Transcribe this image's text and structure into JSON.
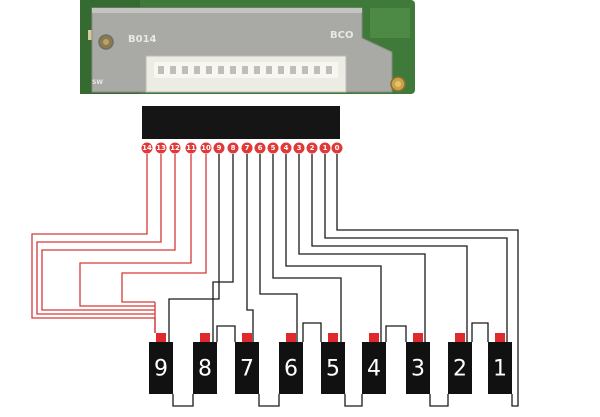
{
  "board": {
    "silk_left": "B014",
    "silk_right": "BCO",
    "silk_switch": "SW"
  },
  "colors": {
    "board_green": "#3f7a3a",
    "shield_grey": "#a9a9a5",
    "connector_body": "#151515",
    "wire_red": "#d63a3a",
    "wire_black": "#1a1a1a",
    "pin_red": "#e13838",
    "cell_body": "#111111",
    "cell_terminal": "#e0282d",
    "background": "#ffffff"
  },
  "connector": {
    "pins": [
      "14",
      "13",
      "12",
      "11",
      "10",
      "9",
      "8",
      "7",
      "6",
      "5",
      "4",
      "3",
      "2",
      "1",
      "0"
    ]
  },
  "cells": [
    {
      "label": "9"
    },
    {
      "label": "8"
    },
    {
      "label": "7"
    },
    {
      "label": "6"
    },
    {
      "label": "5"
    },
    {
      "label": "4"
    },
    {
      "label": "3"
    },
    {
      "label": "2"
    },
    {
      "label": "1"
    }
  ]
}
